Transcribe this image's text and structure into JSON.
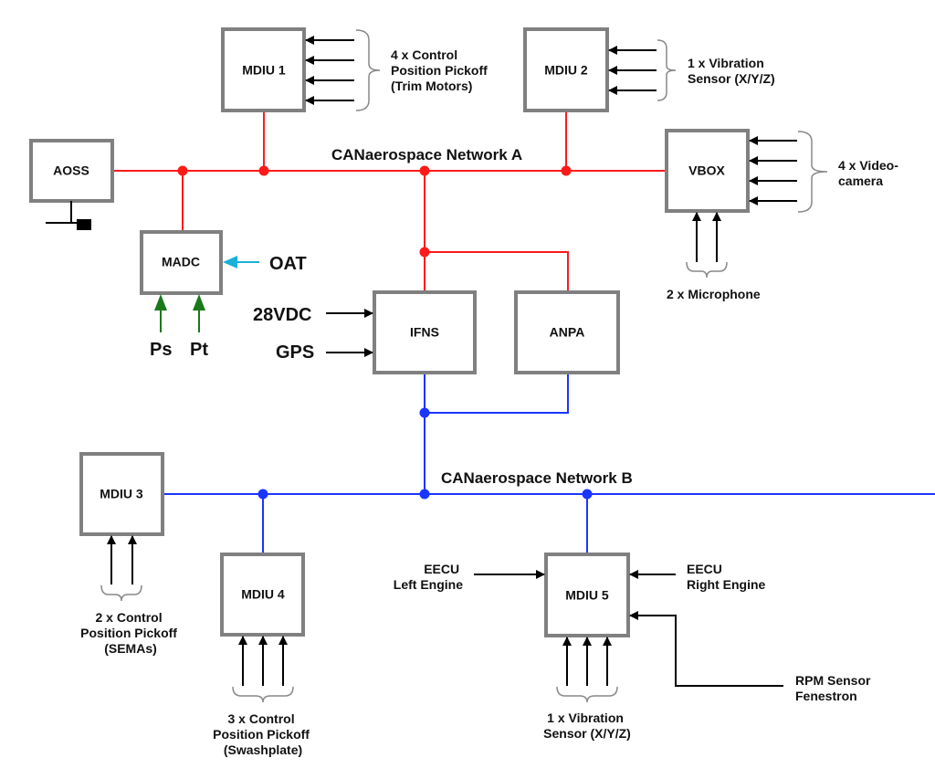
{
  "networks": {
    "a": {
      "label": "CANaerospace Network A",
      "color": "#ff1a1a"
    },
    "b": {
      "label": "CANaerospace Network B",
      "color": "#1a35ff"
    }
  },
  "units": {
    "mdiu1": "MDIU 1",
    "mdiu2": "MDIU 2",
    "mdiu3": "MDIU 3",
    "mdiu4": "MDIU 4",
    "mdiu5": "MDIU 5",
    "aoss": "AOSS",
    "madc": "MADC",
    "vbox": "VBOX",
    "ifns": "IFNS",
    "anpa": "ANPA"
  },
  "inputs": {
    "mdiu1": [
      "4 x Control",
      "Position Pickoff",
      "(Trim Motors)"
    ],
    "mdiu2": [
      "1 x Vibration",
      "Sensor (X/Y/Z)"
    ],
    "vbox_side": [
      "4 x Video-",
      "camera"
    ],
    "vbox_bottom": [
      "2 x Microphone"
    ],
    "madc_oat": "OAT",
    "madc_ps": "Ps",
    "madc_pt": "Pt",
    "ifns_power": "28VDC",
    "ifns_gps": "GPS",
    "mdiu3": [
      "2 x Control",
      "Position Pickoff",
      "(SEMAs)"
    ],
    "mdiu4": [
      "3 x Control",
      "Position Pickoff",
      "(Swashplate)"
    ],
    "mdiu5_left": [
      "EECU",
      "Left Engine"
    ],
    "mdiu5_right": [
      "EECU",
      "Right Engine"
    ],
    "mdiu5_rpm": [
      "RPM Sensor",
      "Fenestron"
    ],
    "mdiu5_bottom": [
      "1 x Vibration",
      "Sensor (X/Y/Z)"
    ]
  },
  "colors": {
    "oat_arrow": "#1ab0d8",
    "pressure_arrow": "#1a7a1a",
    "box_border": "#808080"
  }
}
